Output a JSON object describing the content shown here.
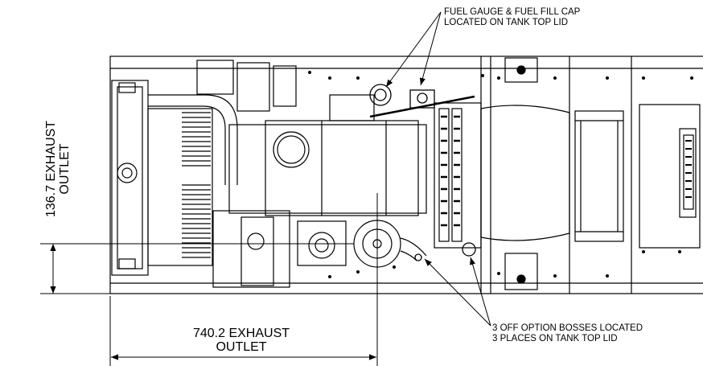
{
  "notes": {
    "fuel_line1": "FUEL GAUGE & FUEL FILL CAP",
    "fuel_line2": "LOCATED ON TANK TOP LID",
    "bosses_line1": "3 OFF OPTION BOSSES LOCATED",
    "bosses_line2": "3 PLACES ON TANK TOP LID"
  },
  "dimensions": {
    "horizontal_value": "740.2 EXHAUST",
    "horizontal_sub": "OUTLET",
    "vertical_value": "136.7 EXHAUST",
    "vertical_sub": "OUTLET"
  }
}
